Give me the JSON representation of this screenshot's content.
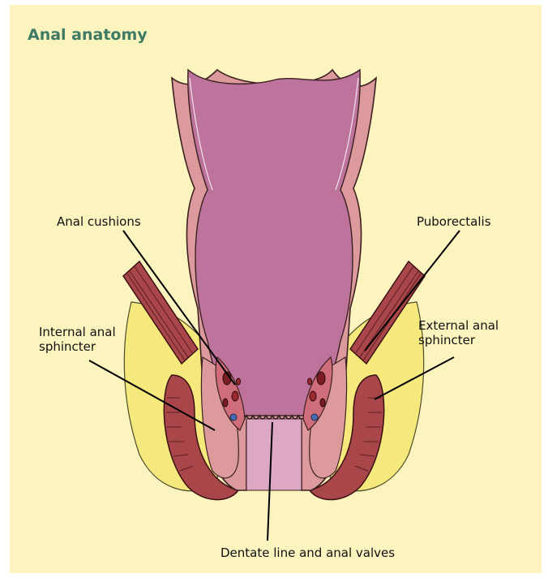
{
  "title": "Anal anatomy",
  "labels": {
    "anal_cushions": "Anal cushions",
    "puborectalis": "Puborectalis",
    "internal_sphincter": [
      "Internal anal",
      "sphincter"
    ],
    "external_sphincter": [
      "External anal",
      "sphincter"
    ],
    "dentate": "Dentate line and anal valves"
  },
  "colors": {
    "background": "#fbf4bf",
    "title": "#3e7a64",
    "rectum_lumen": "#bd739c",
    "rectal_wall": "#dc9a9c",
    "anal_canal": "#dca8c4",
    "fat": "#f5e97e",
    "muscle": "#a8464a",
    "muscle_dark": "#5e1e22",
    "vessel_blue": "#4a6bb2"
  }
}
